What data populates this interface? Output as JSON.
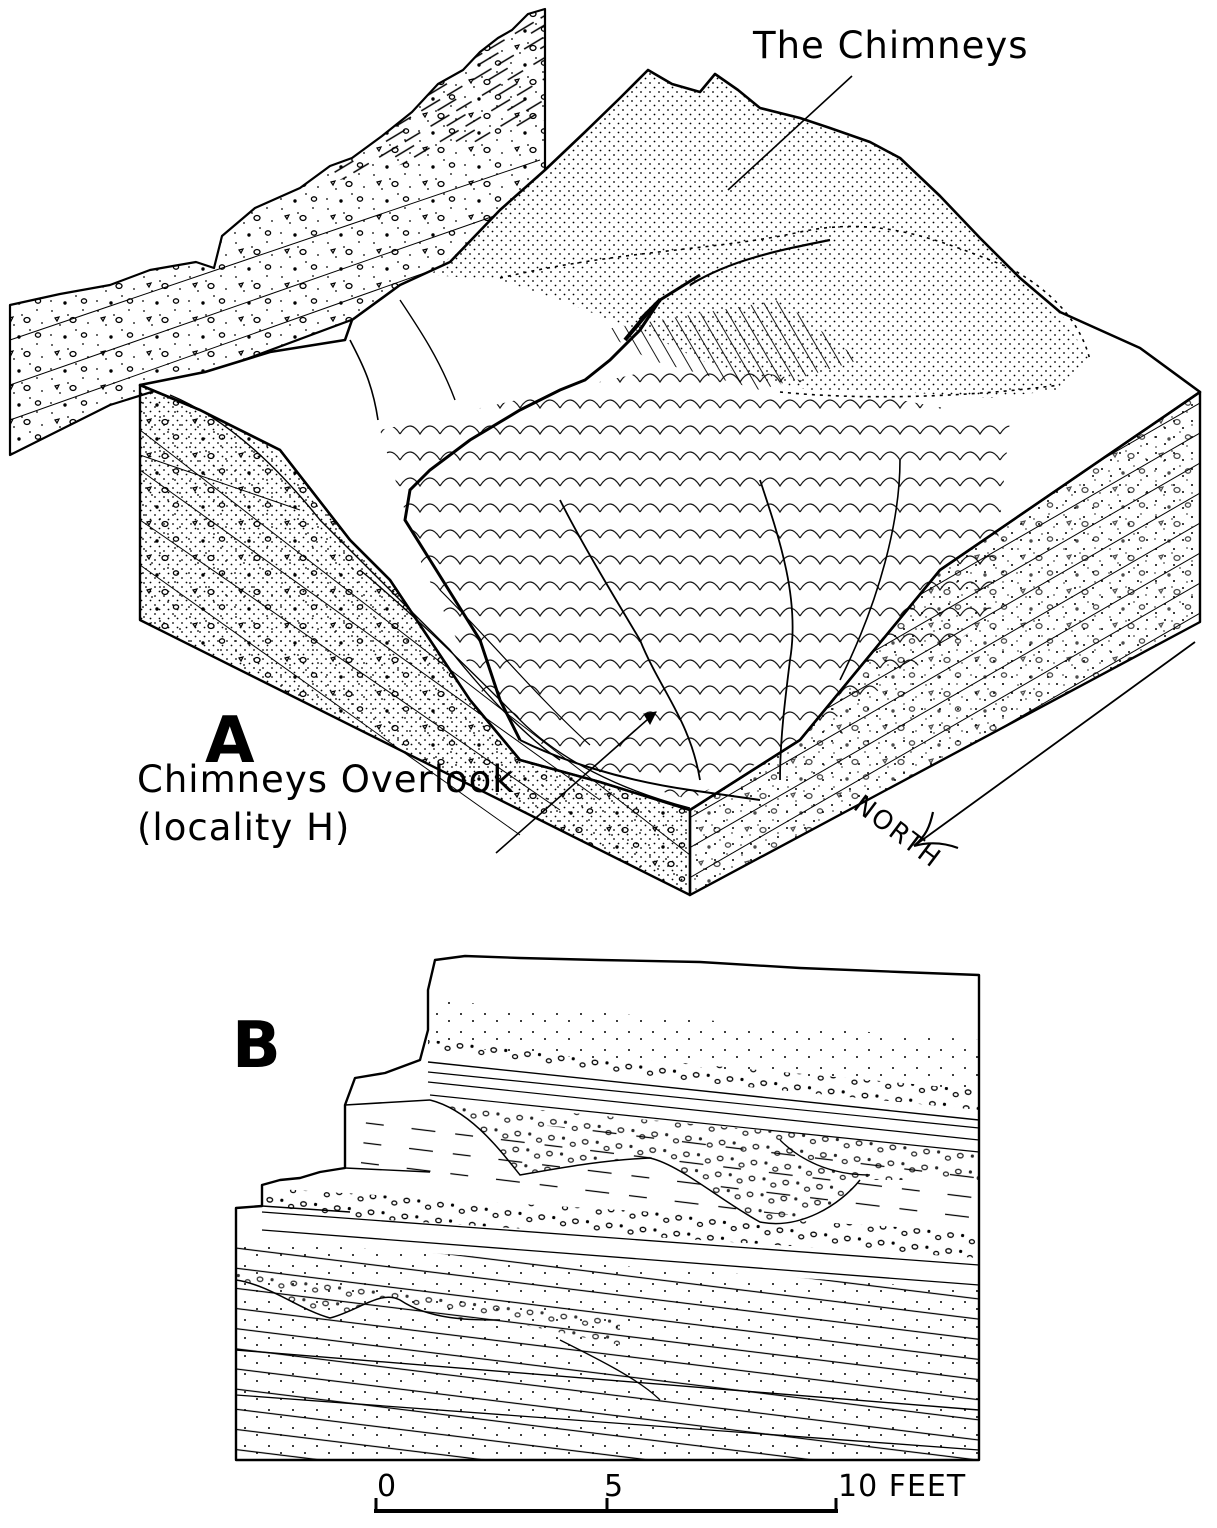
{
  "figure_a": {
    "panel_label": "A",
    "label_chimneys": "The Chimneys",
    "label_overlook_line1": "Chimneys Overlook",
    "label_overlook_line2": "(locality H)",
    "north_label": "NORTH"
  },
  "figure_b": {
    "panel_label": "B"
  },
  "scale_bar": {
    "tick_0": "0",
    "tick_5": "5",
    "tick_10": "10 FEET"
  },
  "colors": {
    "ink": "#000000",
    "paper": "#ffffff"
  }
}
